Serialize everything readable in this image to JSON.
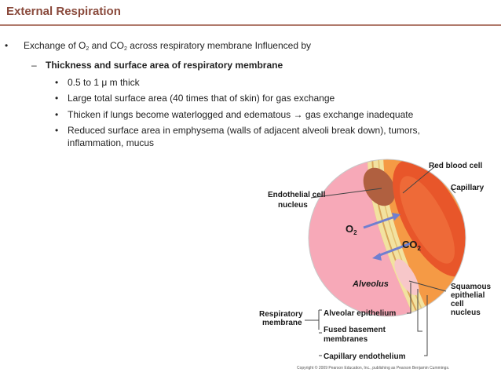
{
  "slide": {
    "title": "External Respiration"
  },
  "bullets": {
    "l1_bullet": "•",
    "l1_text_a": "Exchange of O",
    "l1_sub_a": "2",
    "l1_text_b": " and CO",
    "l1_sub_b": "2",
    "l1_text_c": " across respiratory membrane Influenced by",
    "l2_dash": "–",
    "l2_text": "Thickness and surface area of respiratory membrane",
    "l3_bullet": "•",
    "items": [
      "0.5 to 1 μ m thick",
      "Large total surface area (40 times that of skin) for gas exchange",
      "Thicken if lungs become waterlogged and edematous → gas exchange inadequate",
      "Reduced surface area in emphysema (walls of adjacent alveoli break down), tumors,"
    ],
    "item4_cont": "inflammation, mucus"
  },
  "diagram": {
    "red_blood_cell": "Red blood cell",
    "capillary": "Capillary",
    "endothelial_1": "Endothelial cell",
    "endothelial_2": "nucleus",
    "o2": "O",
    "o2_sub": "2",
    "co2": "CO",
    "co2_sub": "2",
    "alveolus": "Alveolus",
    "squamous_1": "Squamous",
    "squamous_2": "epithelial",
    "squamous_3": "cell",
    "squamous_4": "nucleus",
    "resp_1": "Respiratory",
    "resp_2": "membrane",
    "alv_epi": "Alveolar epithelium",
    "fused_1": "Fused basement",
    "fused_2": "membranes",
    "cap_endo": "Capillary endothelium",
    "copyright": "Copyright © 2009 Pearson Education, Inc., publishing as Pearson Benjamin Cummings.",
    "colors": {
      "alveolus": "#f7a9b8",
      "capillary": "#f59a45",
      "rbc": "#e8562a",
      "membrane": "#f2e2a0",
      "arrow": "#6f7fd0"
    }
  }
}
